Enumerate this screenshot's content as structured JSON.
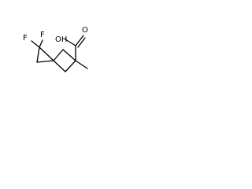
{
  "molecule": {
    "atoms": [
      {
        "id": "F1",
        "label": "F"
      },
      {
        "id": "F2",
        "label": "F"
      },
      {
        "id": "O_hydroxyl",
        "label": "OH"
      },
      {
        "id": "O_carbonyl",
        "label": "O"
      }
    ]
  },
  "colors": {
    "bond": "#000000",
    "text": "#000000",
    "background": "#ffffff"
  }
}
